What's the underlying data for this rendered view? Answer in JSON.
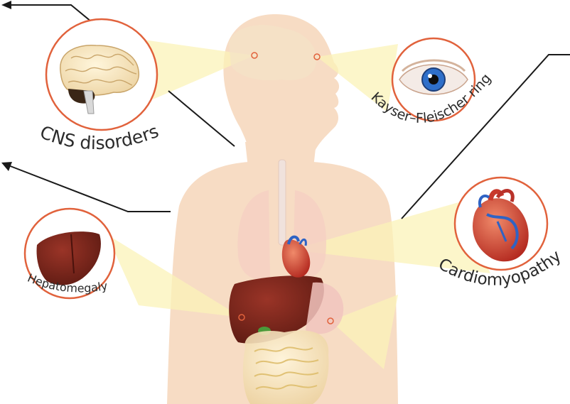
{
  "callouts": [
    {
      "id": "brain",
      "label": "CNS disorders"
    },
    {
      "id": "eye",
      "label": "Kayser–Fleischer ring"
    },
    {
      "id": "heart",
      "label": "Cardiomyopathy"
    },
    {
      "id": "liver",
      "label": "Hepatomegaly"
    }
  ],
  "colors": {
    "body_silhouette": "#f7dcc4",
    "callout_ring": "#e1623c",
    "beam": "#fbf3b8",
    "pointer_line": "#1a1a1a",
    "liver": "#7a2419",
    "heart": "#c8382b",
    "vessel": "#2f63c4",
    "intestine": "#f2dc82",
    "iris": "#2f6fc9"
  },
  "icons": [
    "brain-icon",
    "eye-icon",
    "heart-icon",
    "liver-icon"
  ]
}
